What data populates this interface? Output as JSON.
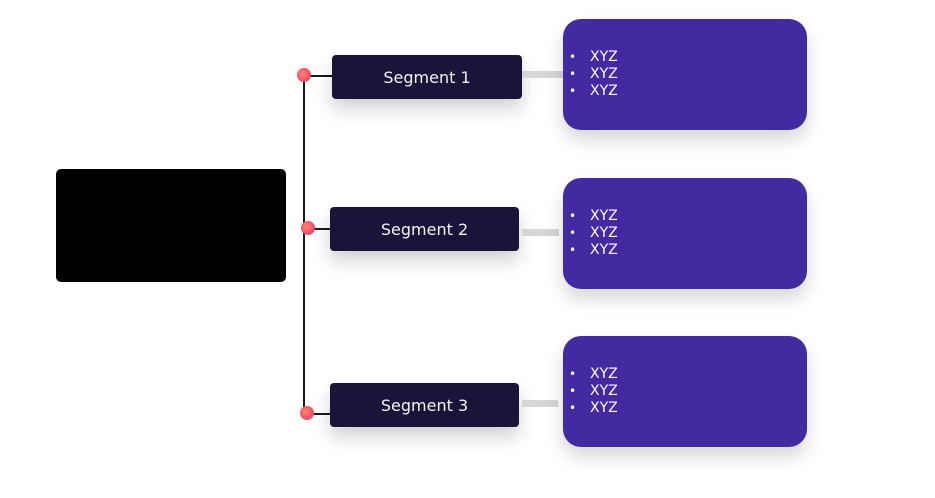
{
  "diagram": {
    "root": {
      "label": ""
    },
    "segments": [
      {
        "label": "Segment 1",
        "items": [
          "XYZ",
          "XYZ",
          "XYZ"
        ]
      },
      {
        "label": "Segment 2",
        "items": [
          "XYZ",
          "XYZ",
          "XYZ"
        ]
      },
      {
        "label": "Segment 3",
        "items": [
          "XYZ",
          "XYZ",
          "XYZ"
        ]
      }
    ],
    "colors": {
      "root": "#000000",
      "segment": "#1c1438",
      "card": "#432aa0",
      "connector": "#d6d6d6",
      "node_dot": "#f2506e"
    },
    "bullet_glyph": "•"
  }
}
